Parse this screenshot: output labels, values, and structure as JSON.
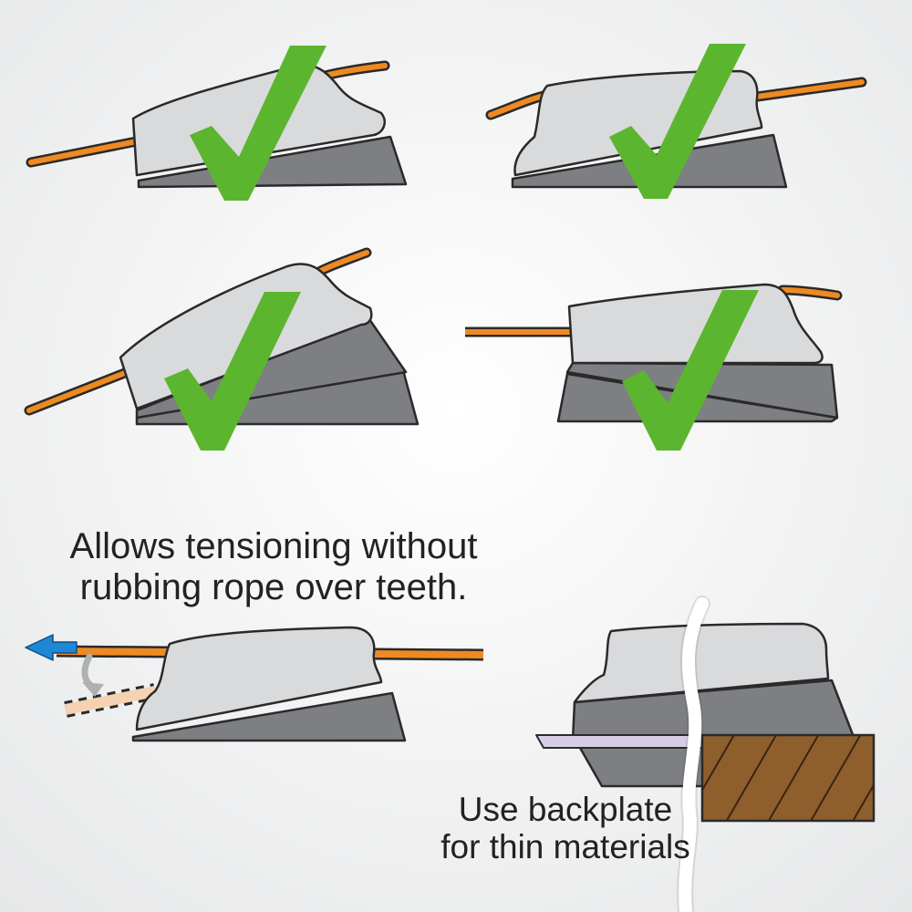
{
  "colors": {
    "background": "#f4f4f4",
    "cleat_body": "#d9dadc",
    "wedge": "#7d7f82",
    "rope": "#ee8a21",
    "check": "#5cb52f",
    "arrow": "#1e88d6",
    "backplate": "#d8cde6",
    "wood": "#8e5e2c",
    "outline": "#2a2a2a"
  },
  "captions": {
    "tensioning": {
      "line1": "Allows tensioning without",
      "line2": "rubbing rope over teeth."
    },
    "backplate": {
      "line1": "Use backplate",
      "line2": "for thin materials"
    }
  },
  "icons": [
    "check-icon",
    "arrow-left-icon"
  ]
}
